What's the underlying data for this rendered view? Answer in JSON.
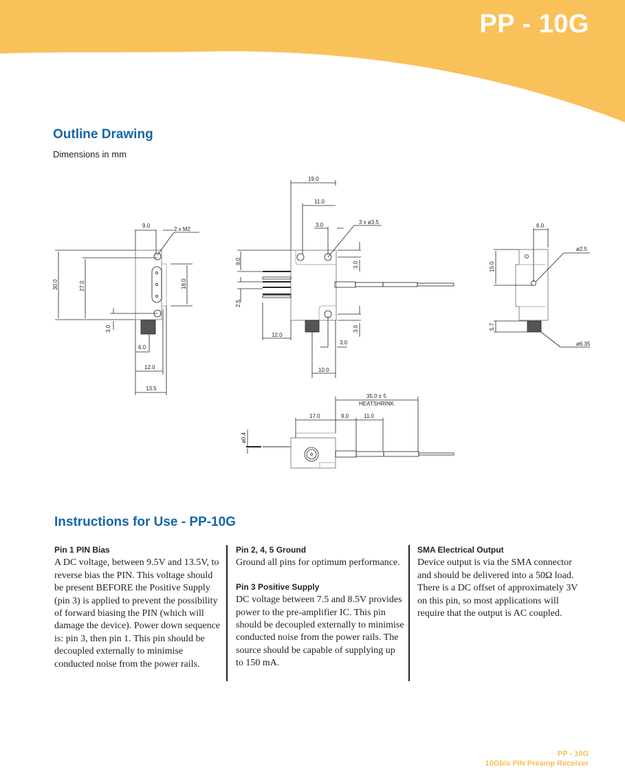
{
  "header": {
    "title": "PP - 10G",
    "accent": "#F9C15A"
  },
  "outline": {
    "heading": "Outline Drawing",
    "subheading": "Dimensions in mm"
  },
  "drawing": {
    "left_view": {
      "d_9_0": "9.0",
      "m2": "2 x M2",
      "d_30": "30.0",
      "d_27": "27.0",
      "d_18": "18.0",
      "d_3": "3.0",
      "d_6": "6.0",
      "d_12": "12.0",
      "d_13_5": "13.5"
    },
    "center_view": {
      "d_19": "19.0",
      "d_11": "11.0",
      "d_3a": "3.0",
      "holes": "3 x ø3.5",
      "d_9": "9.0",
      "d_2_5": "2.5",
      "d_12": "12.0",
      "d_3b": "3.0",
      "d_3c": "3.0",
      "d_3d": "3.0",
      "d_10": "10.0"
    },
    "right_view": {
      "d_6": "6.0",
      "d_2_5": "ø2.5",
      "d_15": "15.0",
      "d_5_7": "5.7",
      "d_6_35": "ø6.35"
    },
    "bottom_view": {
      "d_35": "35.0 ± 5",
      "heatshrink": "HEATSHRINK",
      "d_17": "17.0",
      "d_9": "9.0",
      "d_11": "11.0",
      "d_0_4": "ø0.4"
    }
  },
  "instructions": {
    "heading": "Instructions for Use - PP-10G",
    "sections": [
      {
        "title": "Pin 1 PIN Bias",
        "body": "A DC voltage, between 9.5V and 13.5V, to reverse bias the PIN.  This voltage should be present BEFORE the Positive Supply (pin 3) is applied to prevent the possibility of forward biasing the PIN (which will damage the device). Power down sequence is: pin 3, then pin 1. This pin should be decoupled externally to minimise conducted noise from the power rails."
      },
      {
        "title": "Pin 2, 4, 5 Ground",
        "body": "Ground all pins for optimum performance."
      },
      {
        "title": "Pin 3 Positive Supply",
        "body": "DC voltage between 7.5 and 8.5V provides power to the pre-amplifier IC. This pin should be decoupled externally to minimise conducted noise from the power rails. The source should be capable of supplying up to 150 mA."
      },
      {
        "title": "SMA Electrical Output",
        "body": "Device output is via the SMA connector and should be delivered into a 50Ω load. There is a DC offset of approximately 3V on this pin, so most applications will require that the output is AC coupled."
      }
    ]
  },
  "footer": {
    "product": "PP - 10G",
    "description": "10Gb/s PIN Preamp Receiver"
  }
}
